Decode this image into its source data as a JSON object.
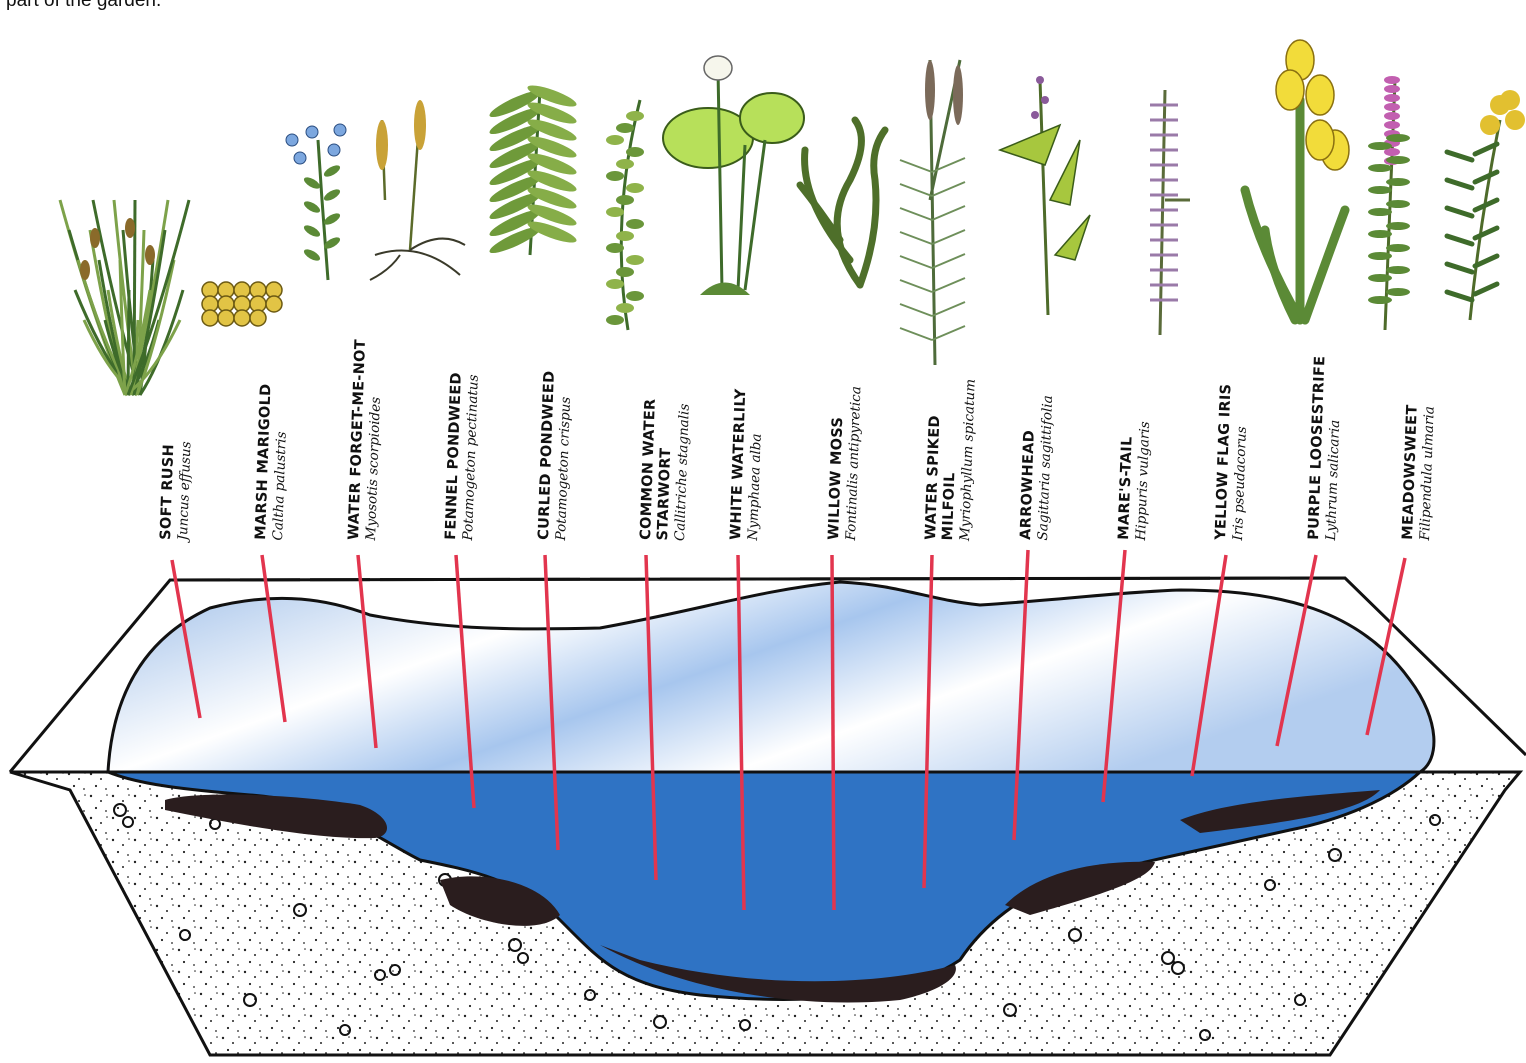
{
  "caption": "part of the garden.",
  "colors": {
    "water_deep": "#2f73c4",
    "water_surface": "#a9c8ee",
    "pointer": "#e2354e",
    "mud": "#2a1d1e",
    "lily_pad": "#b7e05a",
    "iris": "#f2dc3a",
    "loosestrife": "#c25fb0"
  },
  "plants": [
    {
      "id": "soft-rush",
      "common": "SOFT RUSH",
      "latin": "Juncus effusus"
    },
    {
      "id": "marsh-marigold",
      "common": "MARSH MARIGOLD",
      "latin": "Caltha palustris"
    },
    {
      "id": "water-forget-me-not",
      "common": "WATER FORGET-ME-NOT",
      "latin": "Myosotis scorpioides"
    },
    {
      "id": "fennel-pondweed",
      "common": "FENNEL PONDWEED",
      "latin": "Potamogeton pectinatus"
    },
    {
      "id": "curled-pondweed",
      "common": "CURLED PONDWEED",
      "latin": "Potamogeton crispus"
    },
    {
      "id": "common-water-starwort",
      "common": "COMMON WATER STARWORT",
      "common_lines": [
        "COMMON WATER",
        "STARWORT"
      ],
      "latin": "Callitriche stagnalis"
    },
    {
      "id": "white-waterlily",
      "common": "WHITE WATERLILY",
      "latin": "Nymphaea alba"
    },
    {
      "id": "willow-moss",
      "common": "WILLOW MOSS",
      "latin": "Fontinalis antipyretica"
    },
    {
      "id": "water-spiked-milfoil",
      "common": "WATER SPIKED MILFOIL",
      "common_lines": [
        "WATER SPIKED",
        "MILFOIL"
      ],
      "latin": "Myriophyllum spicatum"
    },
    {
      "id": "arrowhead",
      "common": "ARROWHEAD",
      "latin": "Sagittaria sagittifolia"
    },
    {
      "id": "mares-tail",
      "common": "MARE'S-TAIL",
      "latin": "Hippuris vulgaris"
    },
    {
      "id": "yellow-flag-iris",
      "common": "YELLOW FLAG IRIS",
      "latin": "Iris pseudacorus"
    },
    {
      "id": "purple-loosestrife",
      "common": "PURPLE LOOSESTRIFE",
      "latin": "Lythrum salicaria"
    },
    {
      "id": "meadowsweet",
      "common": "MEADOWSWEET",
      "latin": "Filipendula ulmaria"
    }
  ]
}
